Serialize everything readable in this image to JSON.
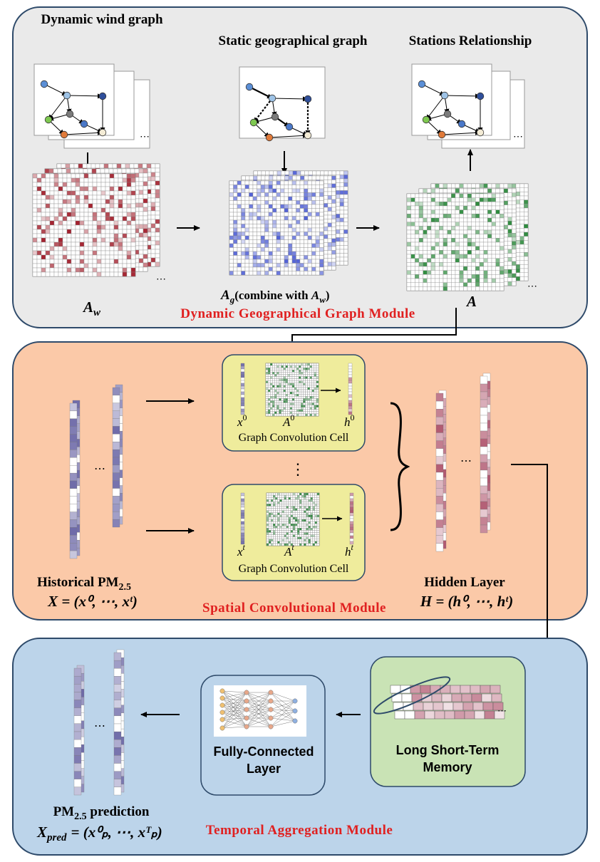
{
  "modules": {
    "dggm": {
      "label": "Dynamic  Geographical  Graph  Module",
      "bg": "#eaeaea"
    },
    "scm": {
      "label": "Spatial  Convolutional  Module",
      "bg": "#fbc9a8"
    },
    "tam": {
      "label": "Temporal  Aggregation  Module",
      "bg": "#bcd4ea"
    }
  },
  "graphs": {
    "wind": {
      "title": "Dynamic wind graph"
    },
    "geo": {
      "title": "Static geographical graph"
    },
    "rel": {
      "title": "Stations Relationship"
    }
  },
  "labels": {
    "aw": "A",
    "aw_sub": "w",
    "ag": "A",
    "ag_sub": "g",
    "ag_combine": "(combine with ",
    "ag_combine_a": "A",
    "ag_combine_sub": "w",
    "ag_combine_end": ")",
    "a": "A",
    "ellipsis": "⋯",
    "vellipsis": "⋮",
    "historical": "Historical PM",
    "historical_sub": "2.5",
    "x_formula": "X = (x⁰, ⋯, xᵗ)",
    "hidden": "Hidden Layer",
    "h_formula": "H = (h⁰, ⋯, hᵗ)",
    "gcc": "Graph Convolution Cell",
    "x0": "x",
    "x0_sup": "0",
    "a0": "A",
    "a0_sup": "0",
    "h0": "h",
    "h0_sup": "0",
    "xt": "x",
    "xt_sup": "t",
    "at": "A",
    "at_sup": "t",
    "ht": "h",
    "ht_sup": "t",
    "fc1": "Fully-Connected",
    "fc2": "Layer",
    "lstm1": "Long Short-Term",
    "lstm2": "Memory",
    "pred": "PM",
    "pred_sub": "2.5",
    "pred_word": " prediction",
    "xpred": "X",
    "xpred_sub": "pred",
    "xpred_rest": "= (x⁰ₚ, ⋯, xᵀₚ)"
  },
  "colors": {
    "red": "#a21e2b",
    "blue": "#5161d6",
    "green": "#2e8b3e",
    "purple": "#6e6aa8",
    "pink": "#b0566e",
    "cell_yellow": "#efec9c",
    "fc_blue": "#bcd4ea",
    "lstm_green": "#c9e3b5"
  }
}
